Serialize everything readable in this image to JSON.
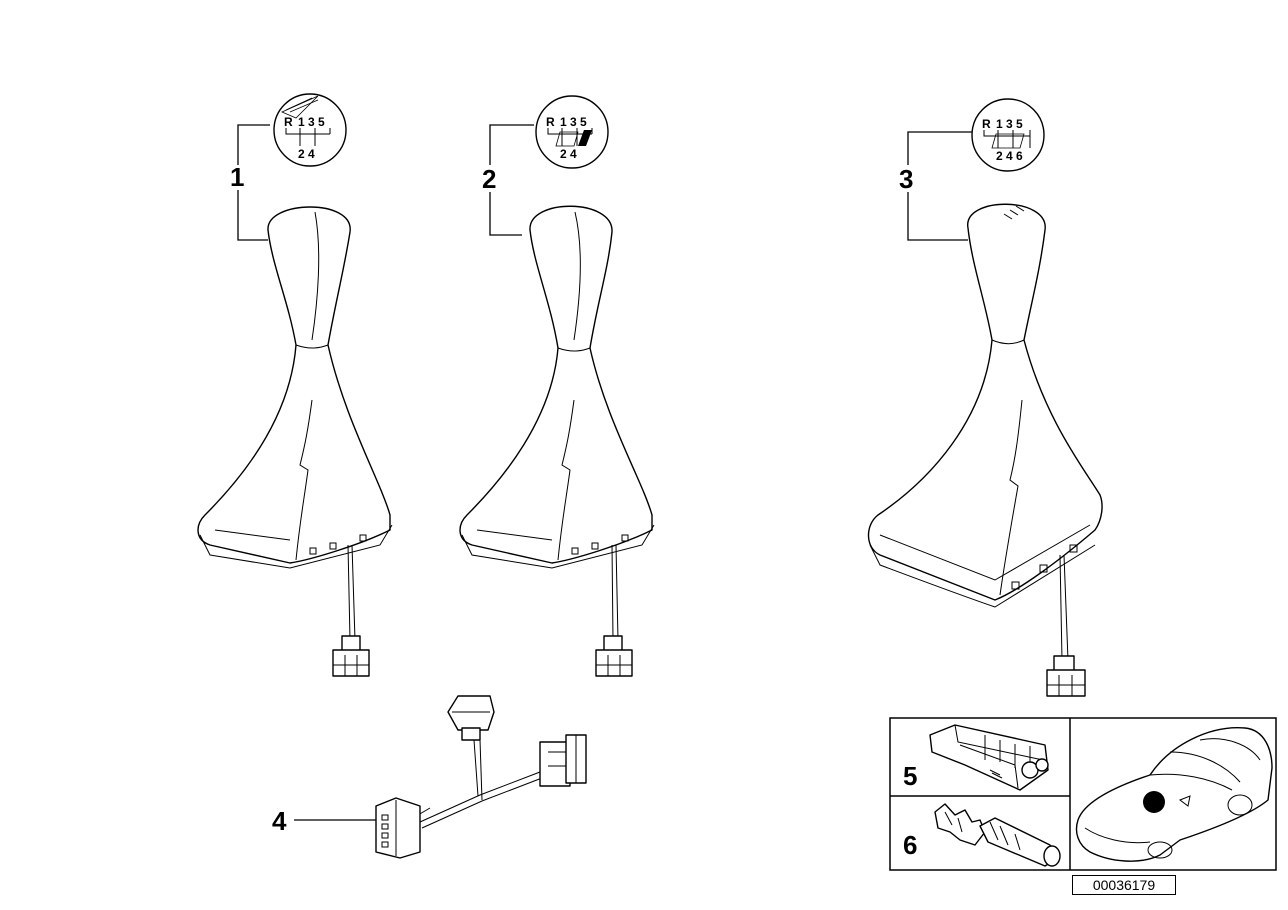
{
  "callouts": {
    "p1": "1",
    "p2": "2",
    "p3": "3",
    "p4": "4",
    "p5": "5",
    "p6": "6"
  },
  "shift_patterns": {
    "knob1": {
      "r": "R",
      "top": "1 3 5",
      "bottom": "2 4"
    },
    "knob2": {
      "r": "R",
      "top": "1 3 5",
      "bottom": "2 4"
    },
    "knob3": {
      "r": "R",
      "top": "1 3 5",
      "bottom": "2 4 6"
    }
  },
  "doc_id": "00036179",
  "icons": [
    "shift-pattern-emblem-icon",
    "gear-knob-boot-icon",
    "wiring-harness-icon",
    "connector-housing-icon",
    "contact-terminal-icon",
    "car-location-icon"
  ]
}
